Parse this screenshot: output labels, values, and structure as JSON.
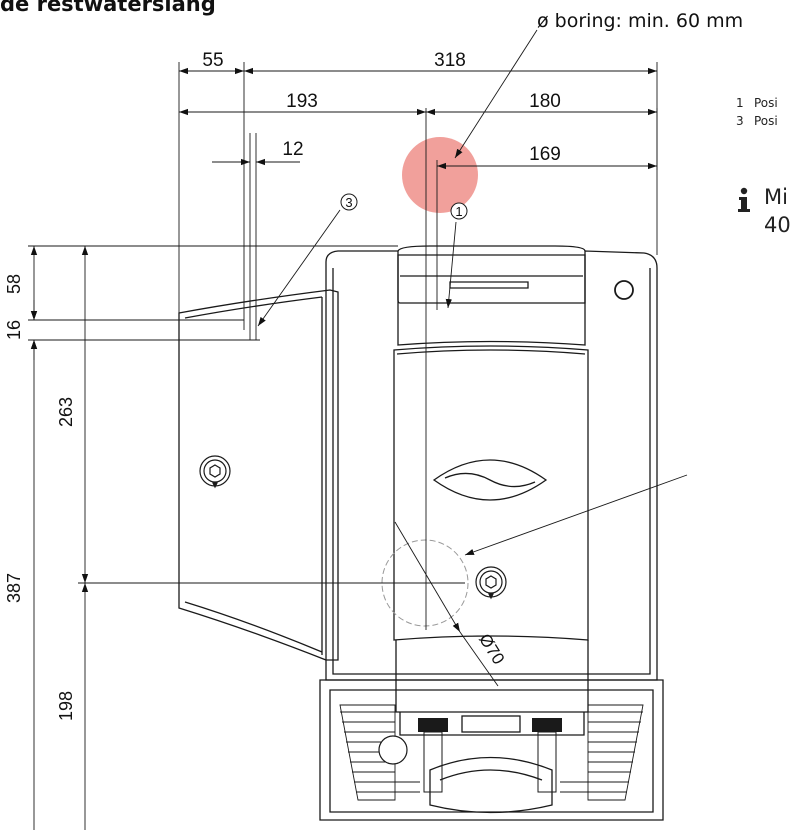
{
  "header": {
    "title": "de restwaterslang"
  },
  "annotation": {
    "bore_note": "ø boring: min. 60 mm"
  },
  "dimensions": {
    "d55": "55",
    "d318": "318",
    "d193": "193",
    "d180": "180",
    "d12": "12",
    "d169": "169",
    "d58": "58",
    "d16": "16",
    "d263": "263",
    "d387": "387",
    "d198": "198",
    "d70": "Ø70"
  },
  "callouts": {
    "c1": "1",
    "c3": "3"
  },
  "legend": {
    "items": [
      {
        "num": "1",
        "text": "Posi"
      },
      {
        "num": "3",
        "text": "Posi"
      }
    ]
  },
  "info": {
    "line1": "Mi",
    "line2": "40"
  },
  "colors": {
    "highlight": "#ef8f8a",
    "line": "#1a1a1a"
  }
}
